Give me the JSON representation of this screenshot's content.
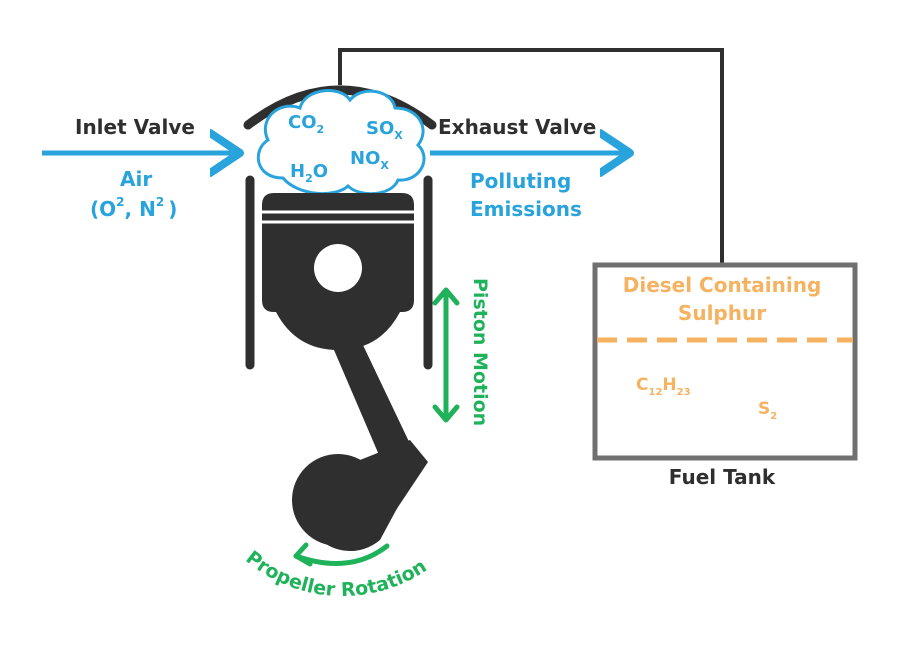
{
  "labels": {
    "inlet_valve": "Inlet Valve",
    "exhaust_valve": "Exhaust Valve",
    "air": "Air",
    "air_o": "(O",
    "air_o_sup": "2",
    "air_n": ", N",
    "air_n_sup": "2",
    "air_close": ")",
    "polluting_1": "Polluting",
    "polluting_2": "Emissions",
    "piston_motion": "Piston Motion",
    "propeller_rotation": "Propeller Rotation",
    "fuel_tank": "Fuel Tank",
    "diesel_1": "Diesel Containing",
    "diesel_2": "Sulphur"
  },
  "gases": {
    "co2": "CO",
    "co2_sub": "2",
    "sox": "SO",
    "sox_sub": "X",
    "h2o_h": "H",
    "h2o_sub": "2",
    "h2o_o": "O",
    "nox": "NO",
    "nox_sub": "X"
  },
  "fuel": {
    "c": "C",
    "c_sub": "12",
    "h": "H",
    "h_sub": "23",
    "s": "S",
    "s_sub": "2"
  },
  "colors": {
    "dark": "#2f2f2f",
    "blue": "#28a3dc",
    "orange": "#f5b261",
    "green": "#20b25b",
    "tank_border": "#707070"
  }
}
